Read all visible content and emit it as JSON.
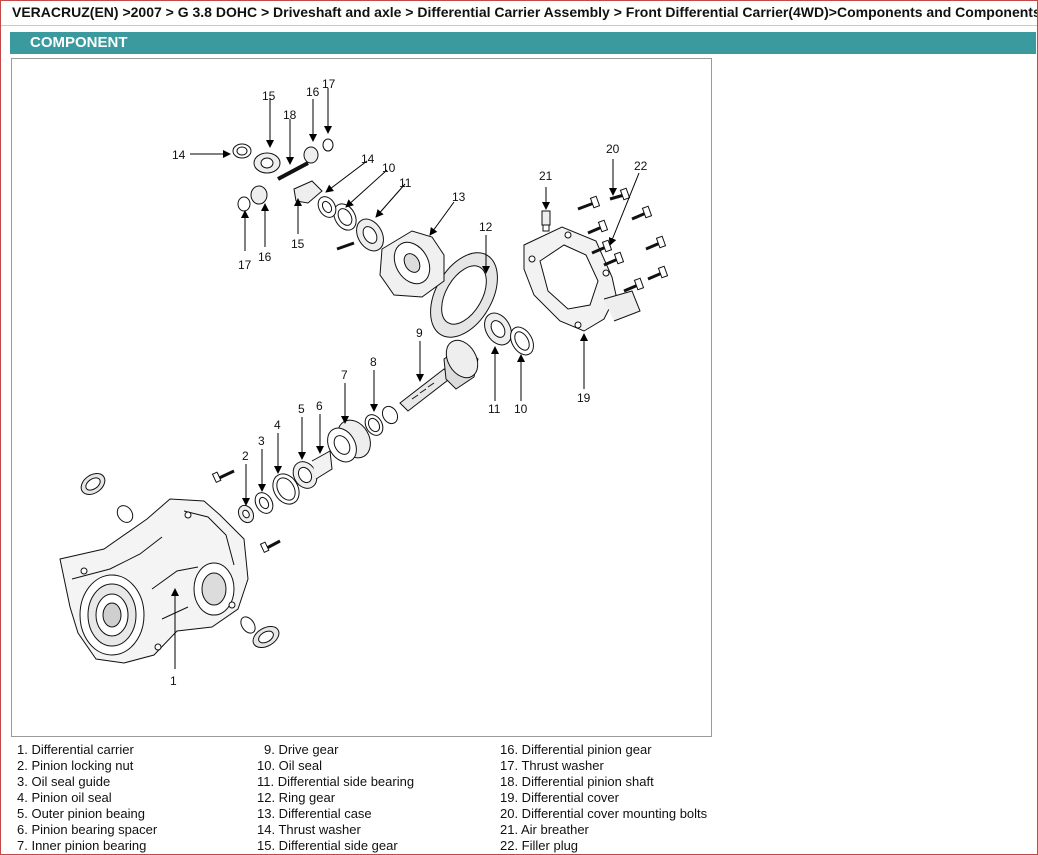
{
  "breadcrumb": "VERACRUZ(EN) >2007 > G 3.8 DOHC > Driveshaft and axle > Differential Carrier Assembly > Front Differential Carrier(4WD)>Components and Components Location",
  "section_title": "COMPONENT",
  "callouts": {
    "c1": "1",
    "c2": "2",
    "c3": "3",
    "c4": "4",
    "c5": "5",
    "c6": "6",
    "c7": "7",
    "c8": "8",
    "c9": "9",
    "c10a": "10",
    "c10b": "10",
    "c11a": "11",
    "c11b": "11",
    "c12": "12",
    "c13": "13",
    "c14a": "14",
    "c14b": "14",
    "c15a": "15",
    "c15b": "15",
    "c16a": "16",
    "c16b": "16",
    "c17a": "17",
    "c17b": "17",
    "c18": "18",
    "c19": "19",
    "c20": "20",
    "c21": "21",
    "c22": "22"
  },
  "legend": {
    "col1": [
      "1. Differential carrier",
      "2. Pinion locking nut",
      "3. Oil seal guide",
      "4. Pinion oil seal",
      "5. Outer pinion beaing",
      "6. Pinion bearing spacer",
      "7. Inner pinion bearing"
    ],
    "col2": [
      "9. Drive gear",
      "10. Oil seal",
      "11. Differential side bearing",
      "12. Ring gear",
      "13. Differential case",
      "14. Thrust washer",
      "15. Differential side gear"
    ],
    "col3": [
      "16. Differential pinion gear",
      "17. Thrust washer",
      "18. Differential pinion shaft",
      "19. Differential cover",
      "20. Differential cover mounting bolts",
      "21. Air breather",
      "22. Filler plug"
    ]
  }
}
